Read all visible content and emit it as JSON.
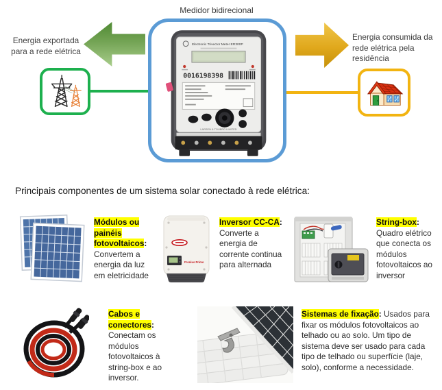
{
  "diagram": {
    "meter_title": "Medidor bidirecional",
    "export_label": "Energia exportada para a rede elétrica",
    "consume_label": "Energia consumida da rede elétrica pela residência",
    "meter": {
      "brand_line": "Electronic Trivector Meter ER300P",
      "serial": "0016198398",
      "maker": "LARSEN & TOUBRO LIMITED"
    }
  },
  "section_heading": "Principais componentes de um sistema solar conectado à rede elétrica:",
  "punctuation": {
    "colon": ":"
  },
  "components": [
    {
      "id": "modulos",
      "title": "Módulos ou painéis fotovoltaicos",
      "description": "Convertem a energia da luz em eletricidade"
    },
    {
      "id": "inversor",
      "title": "Inversor CC-CA",
      "description": "Converte a energia de corrente continua para alternada",
      "image_text": "Fronius Primo"
    },
    {
      "id": "stringbox",
      "title": "String-box",
      "description": "Quadro elétrico que conecta os módulos fotovoltaicos ao inversor"
    },
    {
      "id": "cabos",
      "title": "Cabos e conectores",
      "description": "Conectam os módulos fotovoltaicos à string-box e ao inversor."
    },
    {
      "id": "fixacao",
      "title": "Sistemas de fixação",
      "description": "Usados para fixar os módulos fotovoltaicos ao telhado ou ao solo. Um tipo de sistema deve ser usado para cada tipo de telhado ou superfície (laje, solo), conforme a necessidade."
    }
  ],
  "colors": {
    "highlight": "#FFFF00",
    "meter_box_border": "#5B9BD5",
    "grid_box_border": "#1DB04E",
    "house_box_border": "#F2B411",
    "arrow_green_top": "#4F8A33",
    "arrow_green_bottom": "#A8CD8B",
    "arrow_yellow_top": "#F0C64A",
    "arrow_yellow_bottom": "#C6910A"
  }
}
